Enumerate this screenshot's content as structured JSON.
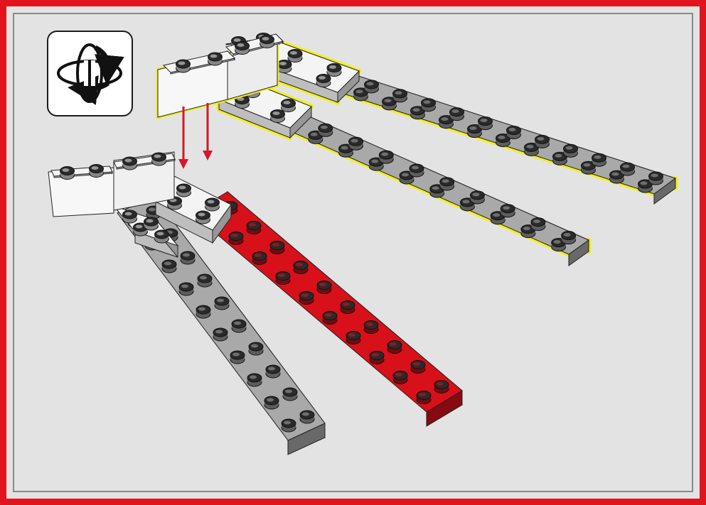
{
  "instruction_step": {
    "icons": {
      "rotate": "rotate-model-icon",
      "insert_arrow": "down-arrow-icon"
    },
    "colors": {
      "frame": "#e0141c",
      "background": "#e3e3e3",
      "brick_white": "#f4f4f4",
      "plate_grey": "#a9a9a9",
      "plate_red": "#d8101a",
      "highlight_outline": "#f2ef1e",
      "arrow": "#d2192c"
    },
    "parts": [
      {
        "name": "white-brick-1x2-front",
        "color": "white"
      },
      {
        "name": "white-brick-1x2-front-b",
        "color": "white"
      },
      {
        "name": "white-plate-2x2-front",
        "color": "white"
      },
      {
        "name": "white-plate-2x2-front-b",
        "color": "white"
      },
      {
        "name": "grey-plate-2x10-front",
        "color": "grey"
      },
      {
        "name": "red-plate-2x10-front",
        "color": "red"
      },
      {
        "name": "white-brick-assembly-back",
        "color": "white",
        "highlighted": true
      },
      {
        "name": "grey-plate-2x12-back-left",
        "color": "grey",
        "highlighted": true
      },
      {
        "name": "grey-plate-2x12-back-right",
        "color": "grey",
        "highlighted": true
      }
    ]
  }
}
